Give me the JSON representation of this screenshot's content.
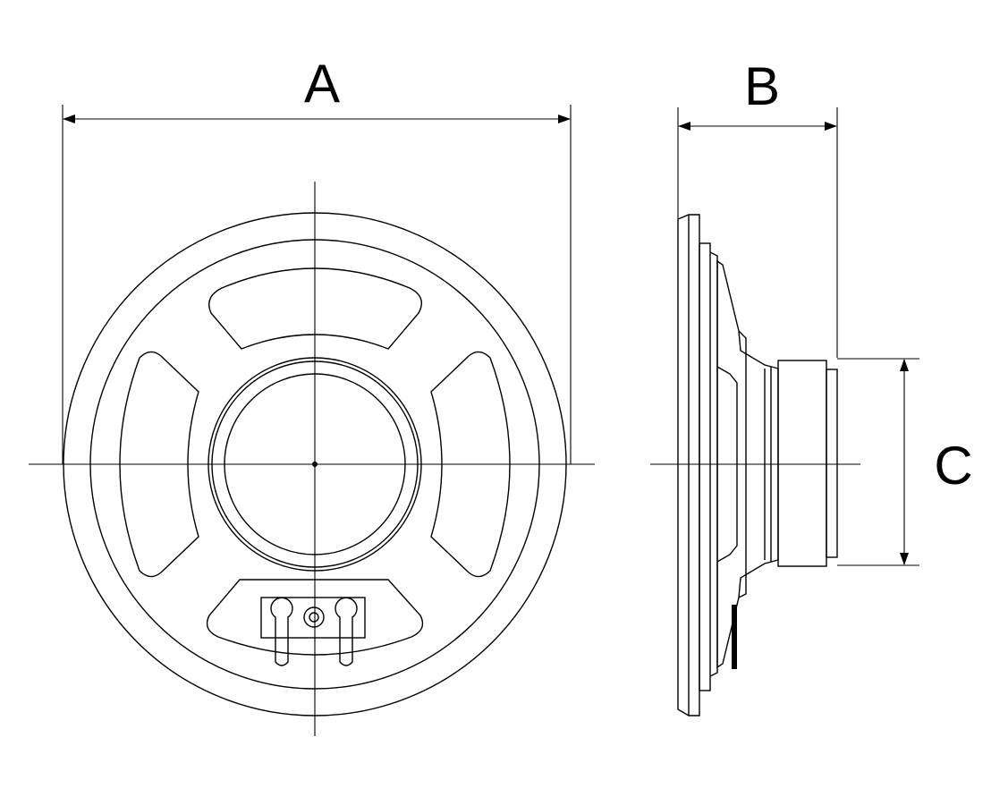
{
  "dimensions": {
    "a": "A",
    "b": "B",
    "c": "C"
  },
  "colors": {
    "line": "#000000",
    "background": "#ffffff"
  }
}
